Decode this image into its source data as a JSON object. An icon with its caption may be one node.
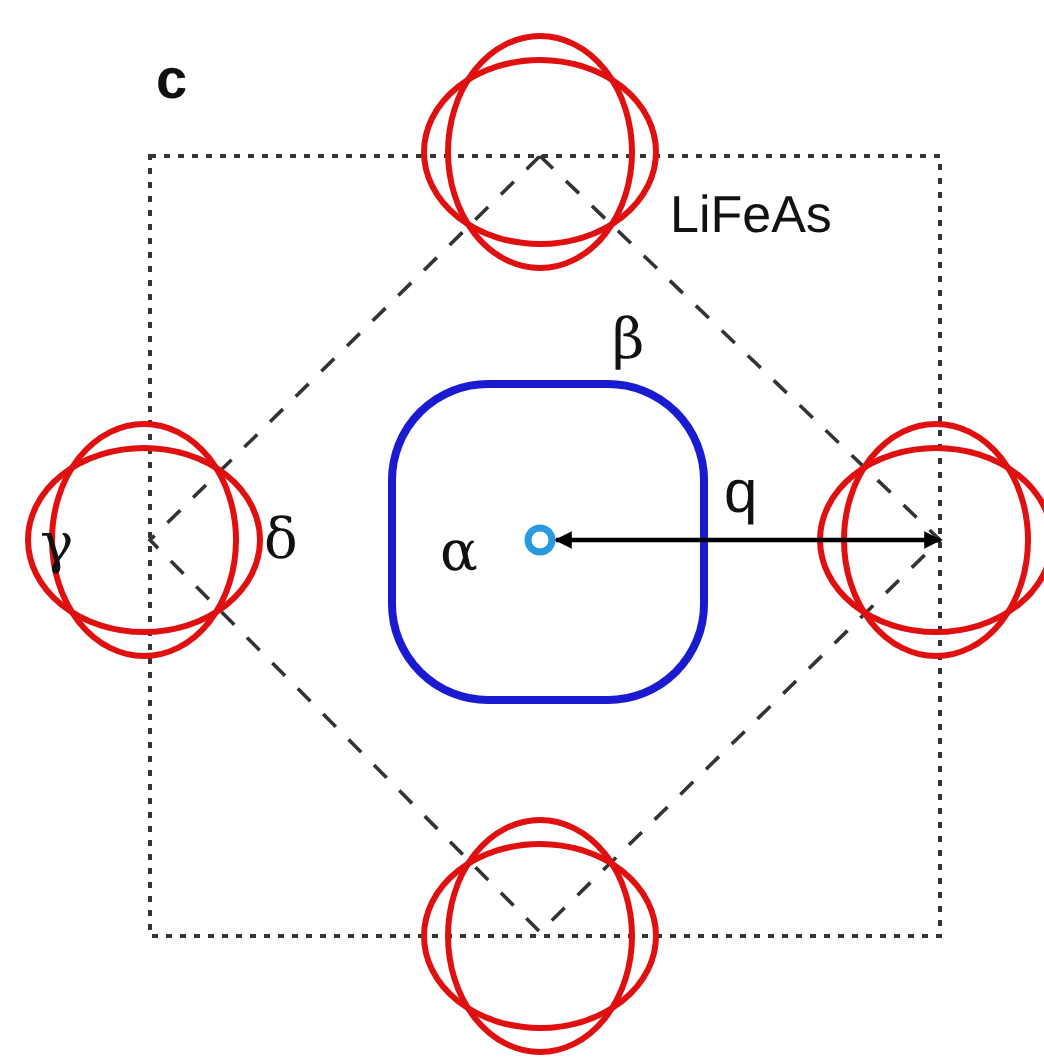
{
  "diagram": {
    "labels": [
      "c",
      "LiFeAs",
      "β",
      "q",
      "γ",
      "δ",
      "α"
    ]
  }
}
